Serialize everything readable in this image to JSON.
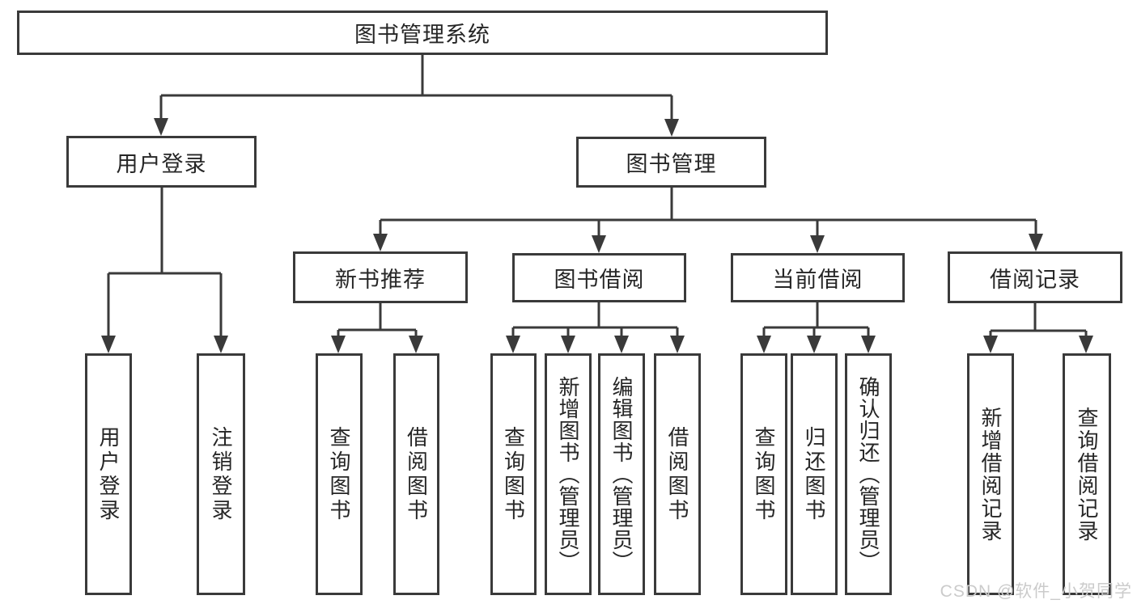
{
  "diagram_title": "图书管理系统",
  "tree": {
    "label": "图书管理系统",
    "children": [
      {
        "label": "用户登录",
        "children": [
          {
            "label": "用户登录"
          },
          {
            "label": "注销登录"
          }
        ]
      },
      {
        "label": "图书管理",
        "children": [
          {
            "label": "新书推荐",
            "children": [
              {
                "label": "查询图书"
              },
              {
                "label": "借阅图书"
              }
            ]
          },
          {
            "label": "图书借阅",
            "children": [
              {
                "label": "查询图书"
              },
              {
                "label": "新增图书（管理员）"
              },
              {
                "label": "编辑图书（管理员）"
              },
              {
                "label": "借阅图书"
              }
            ]
          },
          {
            "label": "当前借阅",
            "children": [
              {
                "label": "查询图书"
              },
              {
                "label": "归还图书"
              },
              {
                "label": "确认归还（管理员）"
              }
            ]
          },
          {
            "label": "借阅记录",
            "children": [
              {
                "label": "新增借阅记录"
              },
              {
                "label": "查询借阅记录"
              }
            ]
          }
        ]
      }
    ]
  },
  "watermark": {
    "text": "CSDN @软件_小贺同学"
  },
  "colors": {
    "line": "#3a3a3a",
    "box_border": "#3a3a3a",
    "text": "#262626",
    "background": "#ffffff",
    "watermark": "#cbcbcb"
  }
}
